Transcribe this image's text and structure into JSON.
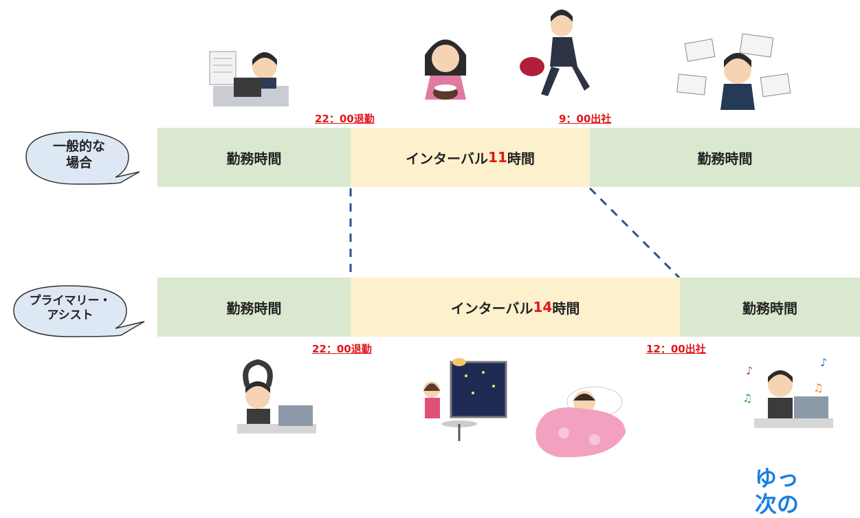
{
  "labels": {
    "general_case": [
      "一般的な",
      "場合"
    ],
    "primary_assist": [
      "プライマリー・",
      "アシスト"
    ]
  },
  "row1": {
    "work_left": "勤務時間",
    "interval_prefix": "インターバル",
    "interval_hours": "11",
    "interval_suffix": "時間",
    "work_right": "勤務時間",
    "leave_time": "22：00退勤",
    "arrive_time": "9：00出社"
  },
  "row2": {
    "work_left": "勤務時間",
    "interval_prefix": "インターバル",
    "interval_hours": "14",
    "interval_suffix": "時間",
    "work_right": "勤務時間",
    "leave_time": "22：00退勤",
    "arrive_time": "12：00出社"
  },
  "footer": {
    "line1": "ゆっ",
    "line2": "次の"
  },
  "colors": {
    "work_bg": "#d9e8cf",
    "interval_bg": "#fdf0cd",
    "accent_red": "#e0161b",
    "bubble_fill": "#dde8f4",
    "dash_line": "#2f4f8f",
    "footer_blue": "#1a7fe0"
  }
}
